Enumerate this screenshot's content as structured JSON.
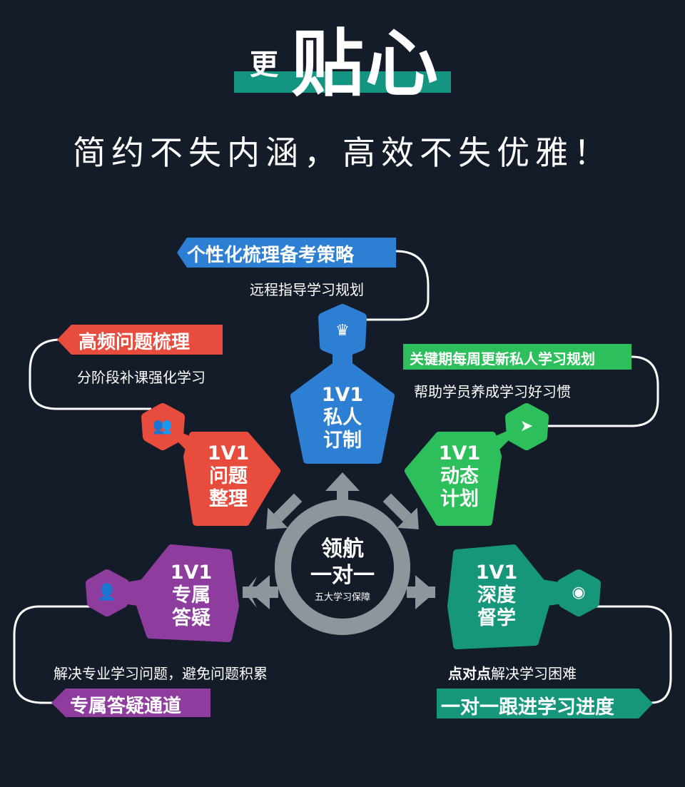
{
  "header": {
    "title_small": "更",
    "title_big": "贴心",
    "subtitle": "简约不失内涵，高效不失优雅！"
  },
  "center": {
    "line1": "领航",
    "line2": "一对一",
    "line3": "五大学习保障"
  },
  "nodes": [
    {
      "id": "plan",
      "title": "1V1",
      "line1": "私人",
      "line2": "订制",
      "tag": "个性化梳理备考策略",
      "sub": "远程指导学习规划",
      "icon": "crown-icon",
      "color": "#2d7fd3"
    },
    {
      "id": "issues",
      "title": "1V1",
      "line1": "问题",
      "line2": "整理",
      "tag": "高频问题梳理",
      "sub": "分阶段补课强化学习",
      "icon": "users-icon",
      "color": "#e84c3d"
    },
    {
      "id": "dynamic",
      "title": "1V1",
      "line1": "动态",
      "line2": "计划",
      "tag": "关键期每周更新私人学习规划",
      "sub": "帮助学员养成学习好习惯",
      "icon": "paper-plane-icon",
      "color": "#2dbf5b"
    },
    {
      "id": "qa",
      "title": "1V1",
      "line1": "专属",
      "line2": "答疑",
      "tag": "专属答疑通道",
      "sub": "解决专业学习问题，避免问题积累",
      "icon": "teacher-icon",
      "color": "#8e3d9f"
    },
    {
      "id": "supervise",
      "title": "1V1",
      "line1": "深度",
      "line2": "督学",
      "tag": "一对一跟进学习进度",
      "sub_bold": "点对点",
      "sub": "解决学习困难",
      "icon": "webcam-icon",
      "color": "#16977c"
    }
  ]
}
